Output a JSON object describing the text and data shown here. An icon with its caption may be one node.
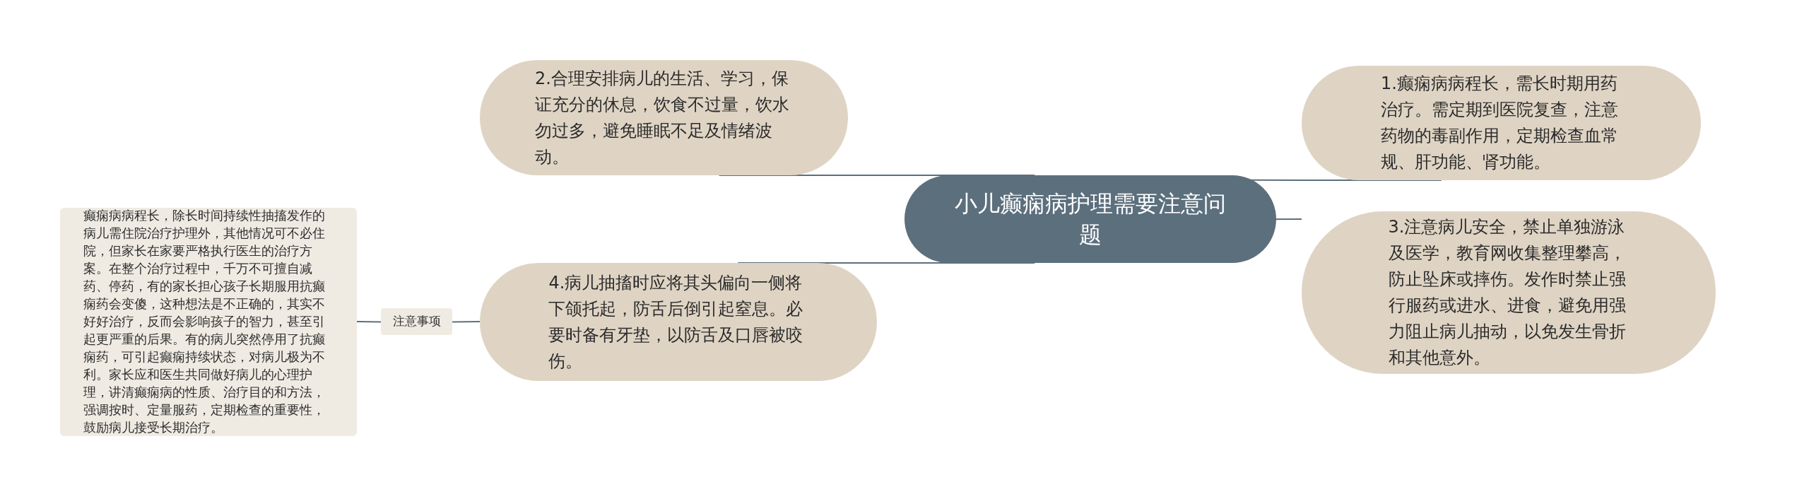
{
  "diagram": {
    "nodes": [
      {
        "text": [
          "小儿癫痫病护理需要注意问题"
        ]
      },
      {
        "text": [
          "1.癫痫病病程长，需长时期用药治疗。需定期到医院复查，注意药物的毒副作用，定期检查血常规、肝功能、肾功能。"
        ]
      },
      {
        "text": [
          "2.合理安排病儿的生活、学习，保证充分的休息，饮食不过量，饮水勿过多，避免睡眠不足及情绪波动。"
        ]
      },
      {
        "text": [
          "3.注意病儿安全，禁止单独游泳及医学，教育网收集整理攀高，防止坠床或摔伤。发作时禁止强行服药或进水、进食，避免用强力阻止病儿抽动，以免发生骨折和其他意外。"
        ]
      },
      {
        "text": [
          "4.病儿抽搐时应将其头偏向一侧将下颌托起，防舌后倒引起窒息。必要时备有牙垫，以防舌及口唇被咬伤。"
        ]
      },
      {
        "text": [
          "注意事项"
        ]
      },
      {
        "text": [
          "癫痫病病程长，除长时间持续性抽搐发作的病儿需住院治疗护理外，其他情况可不必住院，但家长在家要严格执行医生的治疗方案。在整个治疗过程中，千万不可擅自减药、停药，有的家长担心孩子长期服用抗癫痫药会变傻，这种想法是不正确的，其实不好好治疗，反而会影响孩子的智力，甚至引起更严重的后果。有的病儿突然停用了抗癫痫药，可引起癫痫持续状态，对病儿极为不利。家长应和医生共同做好病儿的心理护理，讲清癫痫病的性质、治疗目的和方法，强调按时、定量服药，定期检查的重要性，鼓励病儿接受长期治疗。"
        ]
      }
    ],
    "edges": [
      {
        "from": 0,
        "to": 1,
        "arrow": "none"
      },
      {
        "from": 0,
        "to": 2,
        "arrow": "none"
      },
      {
        "from": 0,
        "to": 3,
        "arrow": "none"
      },
      {
        "from": 0,
        "to": 4,
        "arrow": "none"
      },
      {
        "from": 4,
        "to": 5,
        "arrow": "none"
      },
      {
        "from": 5,
        "to": 6,
        "arrow": "none"
      }
    ]
  }
}
